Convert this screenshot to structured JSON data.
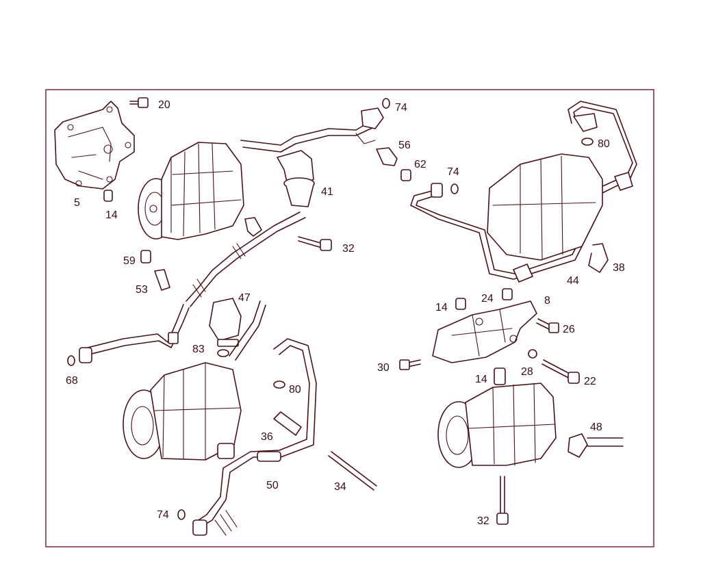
{
  "diagram": {
    "callouts": {
      "c5": "5",
      "c14a": "14",
      "c20": "20",
      "c74a": "74",
      "c56": "56",
      "c62": "62",
      "c74b": "74",
      "c41": "41",
      "c32a": "32",
      "c80a": "80",
      "c38": "38",
      "c44": "44",
      "c59": "59",
      "c53": "53",
      "c47": "47",
      "c14b": "14",
      "c24": "24",
      "c8": "8",
      "c26": "26",
      "c68": "68",
      "c83": "83",
      "c80b": "80",
      "c30": "30",
      "c14c": "14",
      "c28": "28",
      "c22": "22",
      "c36": "36",
      "c48": "48",
      "c50": "50",
      "c34": "34",
      "c74c": "74",
      "c32b": "32"
    }
  }
}
